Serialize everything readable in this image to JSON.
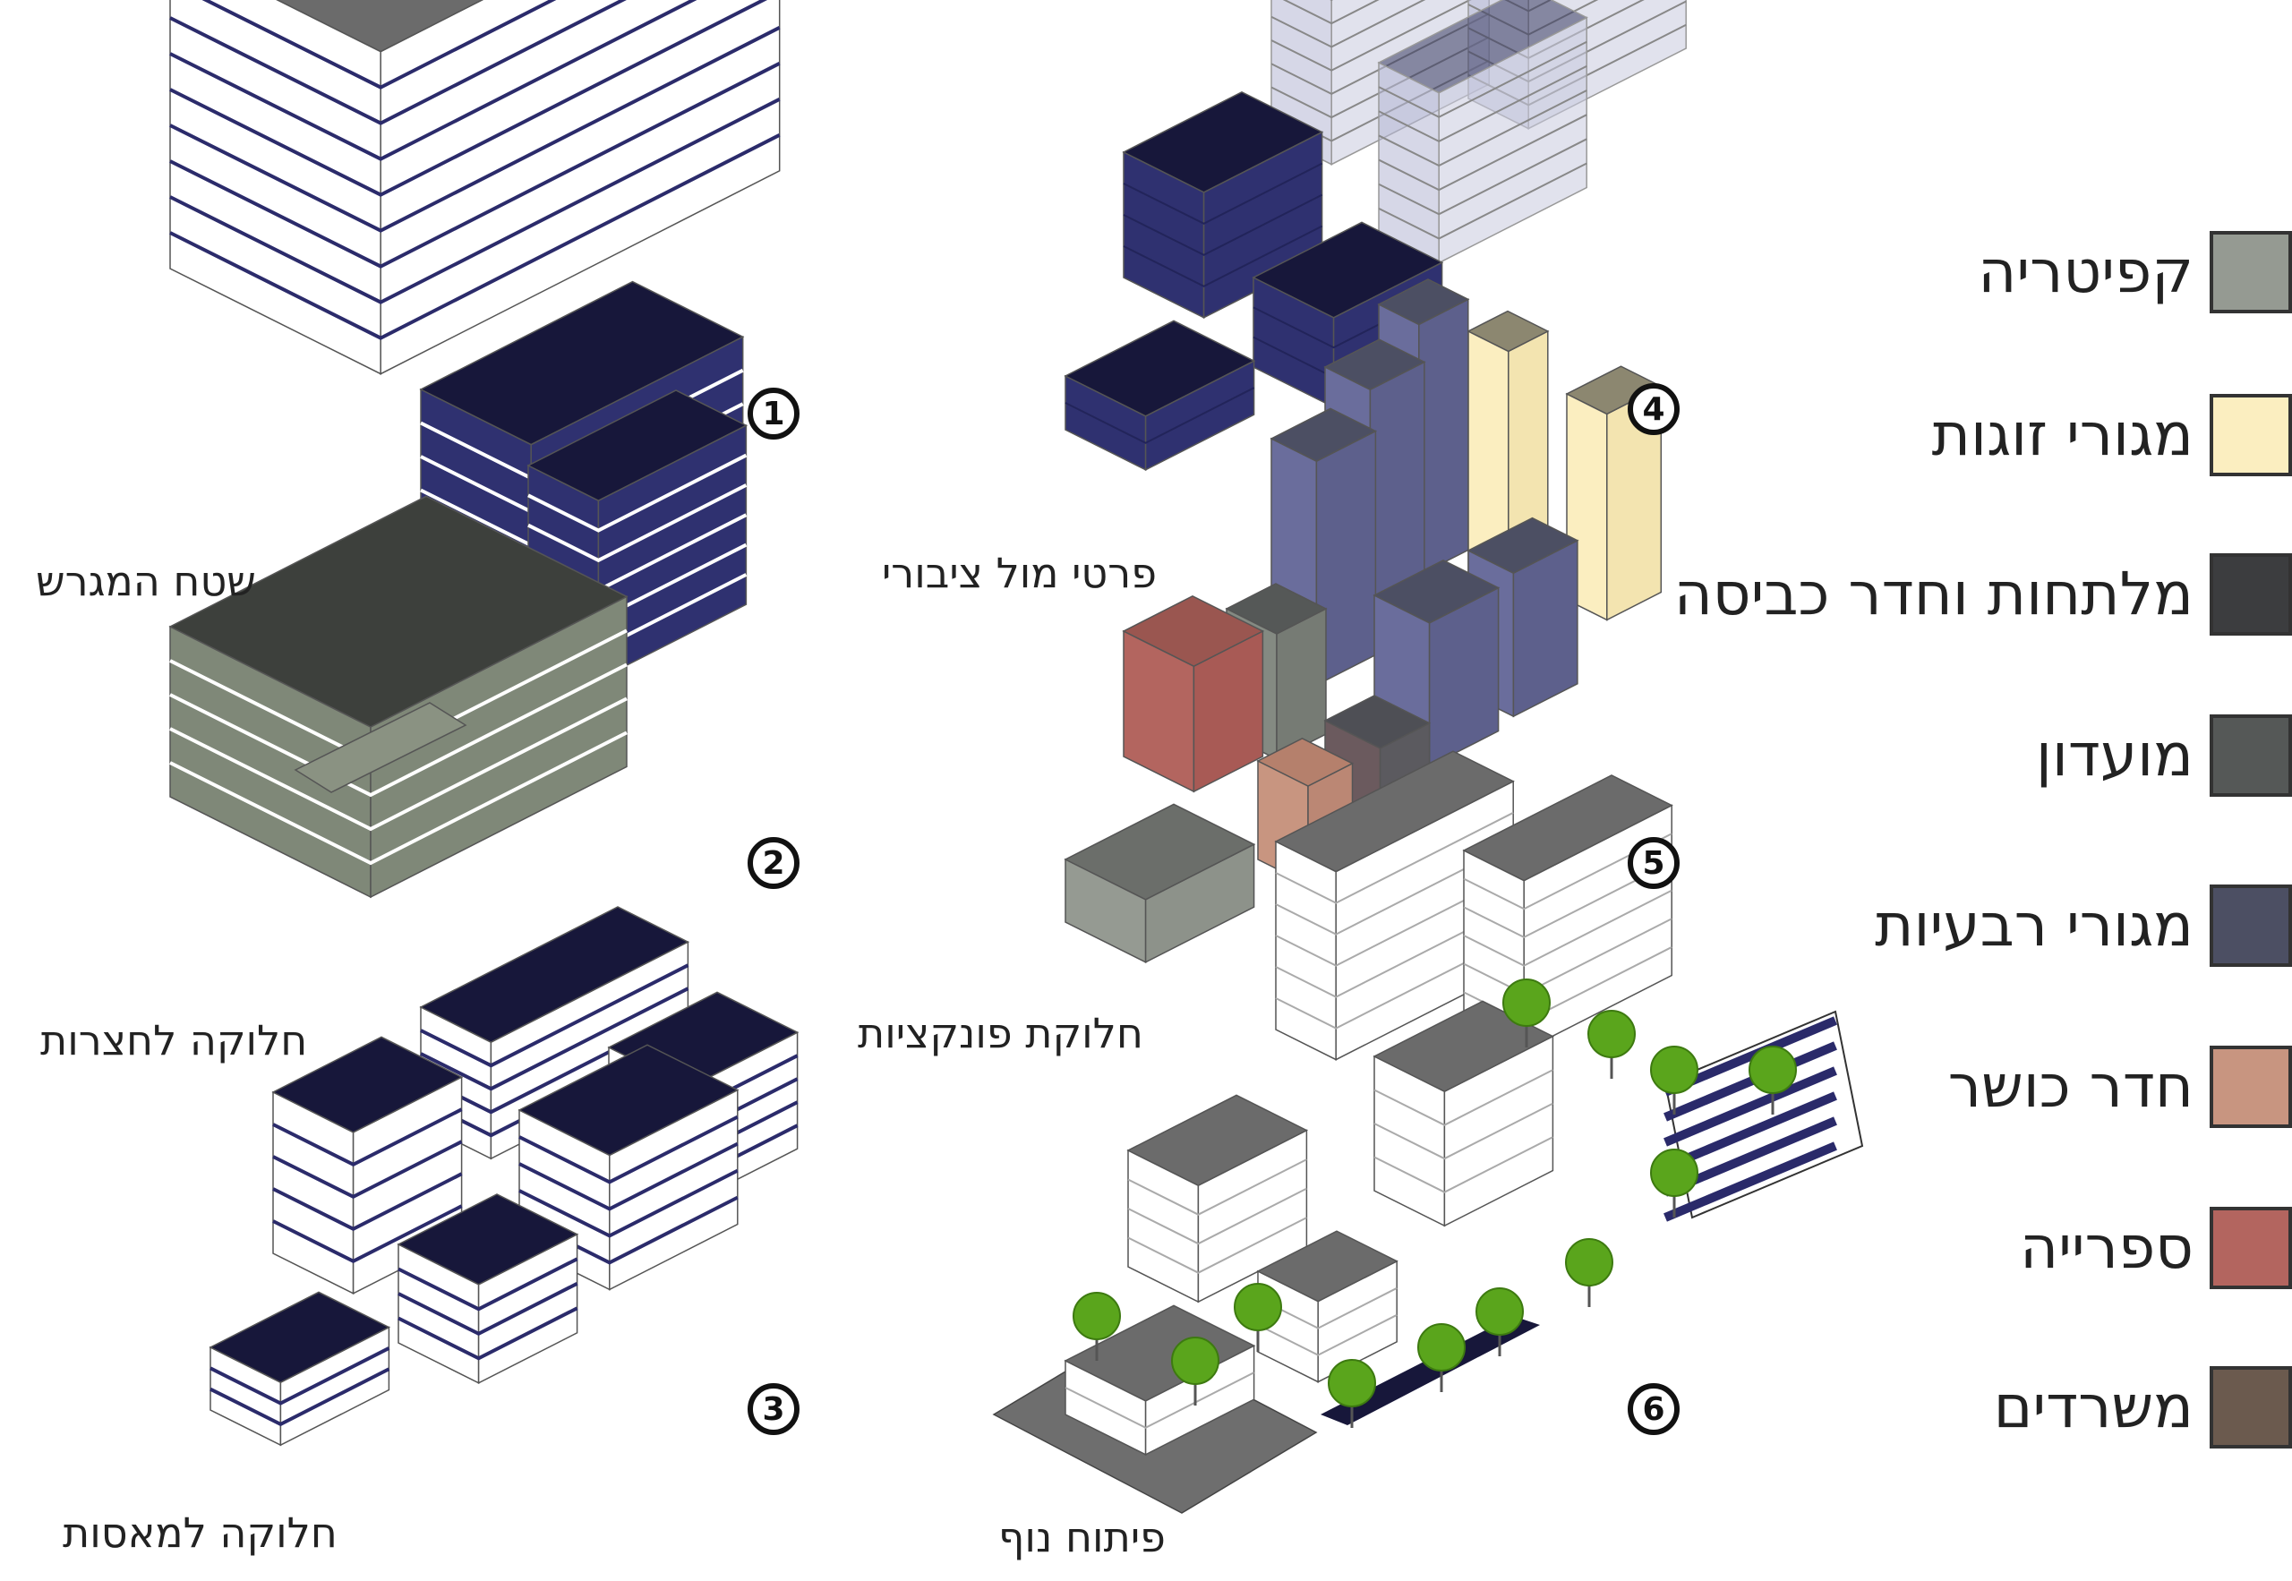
{
  "panels": [
    {
      "number": "1",
      "caption": "שטח המגרש"
    },
    {
      "number": "2",
      "caption": "חלוקה לחצרות"
    },
    {
      "number": "3",
      "caption": "חלוקה למאסות"
    },
    {
      "number": "4",
      "caption": "פרטי מול ציבורי"
    },
    {
      "number": "5",
      "caption": "חלוקת פונקציות"
    },
    {
      "number": "6",
      "caption": "פיתוח נוף"
    }
  ],
  "legend": [
    {
      "label": "קפיטריה",
      "color": "#959a92"
    },
    {
      "label": "מגורי זוגות",
      "color": "#fbeec0"
    },
    {
      "label": "מלתחות וחדר כביסה",
      "color": "#3c3d3f"
    },
    {
      "label": "מועדון",
      "color": "#555857"
    },
    {
      "label": "מגורי רבעיות",
      "color": "#4c4f63"
    },
    {
      "label": "חדר כושר",
      "color": "#c89580"
    },
    {
      "label": "ספרייה",
      "color": "#b3655f"
    },
    {
      "label": "משרדים",
      "color": "#6b5a4e"
    }
  ],
  "colors": {
    "roof_gray": "#6e6e6e",
    "roof_navy": "#17173a",
    "facade_navy": "#2f3170",
    "facade_white": "#ffffff",
    "courtyard_green": "#7f8878",
    "tree_green": "#5aa51c"
  }
}
